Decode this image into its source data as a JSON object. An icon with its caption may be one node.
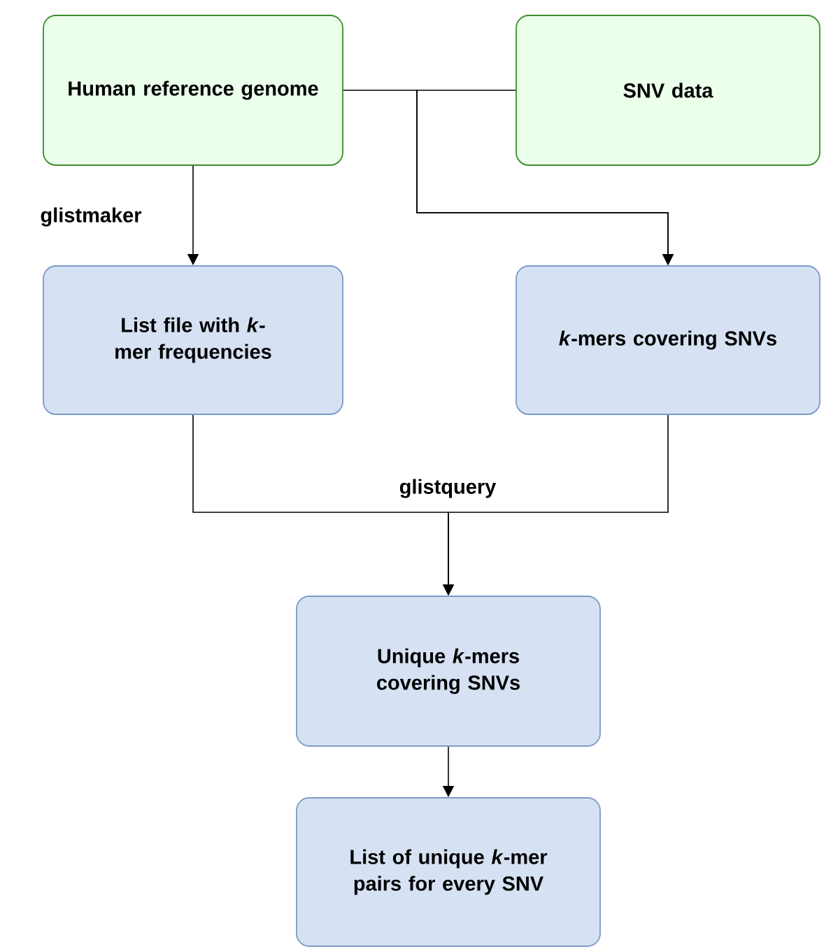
{
  "diagram": {
    "nodes": [
      {
        "text": [
          "Human reference genome"
        ]
      },
      {
        "text": [
          "SNV data"
        ]
      },
      {
        "text": [
          "List file with *k*-mer frequencies"
        ]
      },
      {
        "text": [
          "*k*-mers covering SNVs"
        ]
      },
      {
        "text": [
          "Unique *k*-mers covering SNVs"
        ]
      },
      {
        "text": [
          "List of unique *k*-mer pairs for every SNV"
        ]
      }
    ],
    "edges": [
      {
        "from": 0,
        "to": 2,
        "arrow": "to",
        "label": "glistmaker"
      },
      {
        "from": 0,
        "to": 3,
        "arrow": "to"
      },
      {
        "from": 1,
        "to": 3,
        "arrow": "to"
      },
      {
        "from": 2,
        "to": 4,
        "arrow": "to",
        "label": "glistquery"
      },
      {
        "from": 3,
        "to": 4,
        "arrow": "to"
      },
      {
        "from": 4,
        "to": 5,
        "arrow": "to"
      }
    ]
  }
}
